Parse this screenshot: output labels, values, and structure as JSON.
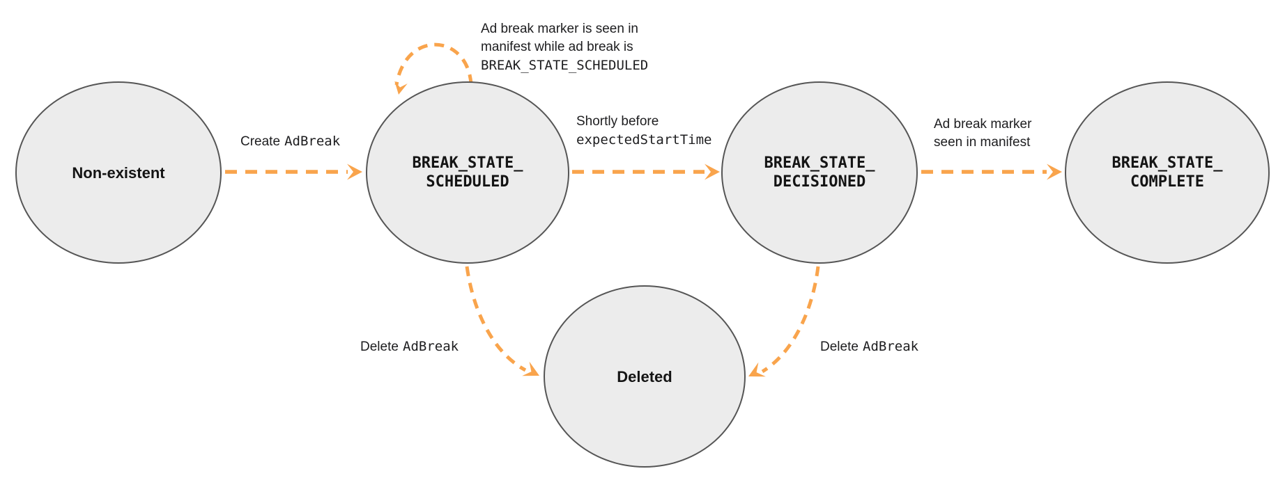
{
  "diagram": {
    "kind": "state-machine",
    "subject": "Ad break lifecycle states"
  },
  "colors": {
    "arrow_orange": "#F9A44C",
    "node_fill": "#ECECEC",
    "node_border": "#555555",
    "text": "#1D1D1F"
  },
  "states": {
    "non_existent": {
      "label": "Non-existent"
    },
    "scheduled": {
      "line1": "BREAK_STATE_",
      "line2": "SCHEDULED"
    },
    "decisioned": {
      "line1": "BREAK_STATE_",
      "line2": "DECISIONED"
    },
    "complete": {
      "line1": "BREAK_STATE_",
      "line2": "COMPLETE"
    },
    "deleted": {
      "label": "Deleted"
    }
  },
  "transitions": {
    "create": {
      "sans": "Create",
      "mono": "AdBreak"
    },
    "self_loop": {
      "line1": "Ad break marker is seen in",
      "line2": "manifest while ad break is",
      "line3_mono": "BREAK_STATE_SCHEDULED"
    },
    "to_decisioned": {
      "line1_sans": "Shortly before",
      "line2_mono": "expectedStartTime"
    },
    "to_complete": {
      "line1": "Ad break marker",
      "line2": "seen in manifest"
    },
    "delete_from_scheduled": {
      "sans": "Delete",
      "mono": "AdBreak"
    },
    "delete_from_decisioned": {
      "sans": "Delete",
      "mono": "AdBreak"
    }
  }
}
